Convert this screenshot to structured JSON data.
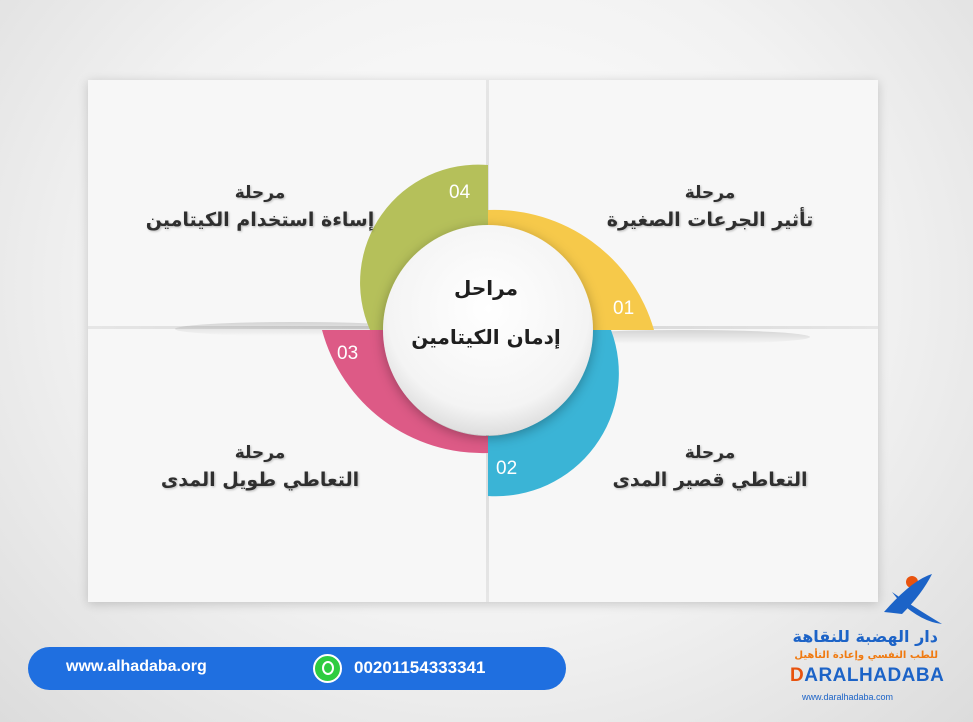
{
  "center": {
    "line1": "مراحل",
    "line2": "إدمان الكيتامين"
  },
  "stages": [
    {
      "number": "01",
      "line1": "مرحلة",
      "line2": "تأثير الجرعات الصغيرة",
      "color": "#f6c94a"
    },
    {
      "number": "02",
      "line1": "مرحلة",
      "line2": "التعاطي قصير المدى",
      "color": "#3ab4d6"
    },
    {
      "number": "03",
      "line1": "مرحلة",
      "line2": "التعاطي طويل المدى",
      "color": "#dd5a86"
    },
    {
      "number": "04",
      "line1": "مرحلة",
      "line2": "إساءة استخدام الكيتامين",
      "color": "#b5c05a"
    }
  ],
  "contact": {
    "website": "www.alhadaba.org",
    "whatsapp_icon": "whatsapp-icon",
    "phone": "00201154333341"
  },
  "logo": {
    "arabic_name": "دار الهضبة للنقاهة",
    "arabic_tagline": "للطب النفسي وإعادة التأهيل",
    "english_name_first": "D",
    "english_name_rest": "ARALHADABA",
    "url": "www.daralhadaba.com"
  }
}
